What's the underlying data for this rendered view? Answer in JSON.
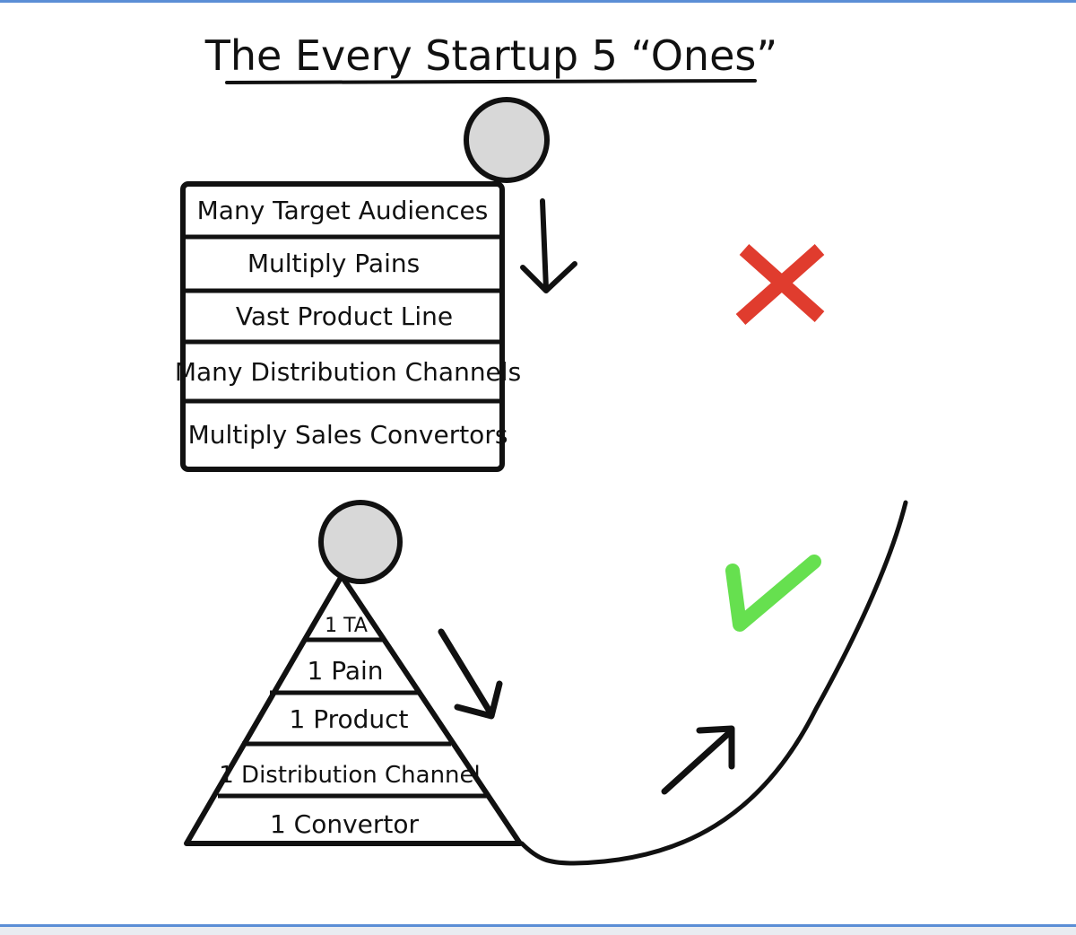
{
  "title": "The Every Startup 5 “Ones”",
  "wrong_approach": {
    "rows": [
      "Many Target Audiences",
      "Multiply Pains",
      "Vast Product Line",
      "Many Distribution Channels",
      "Multiply Sales Convertors"
    ],
    "mark_icon": "x-mark-icon",
    "mark_color": "#e03c2e"
  },
  "right_approach": {
    "layers": [
      "1 TA",
      "1 Pain",
      "1 Product",
      "1 Distribution Channel",
      "1 Convertor"
    ],
    "mark_icon": "check-mark-icon",
    "mark_color": "#66e04f"
  },
  "colors": {
    "ink": "#111111",
    "ball": "#d8d8d8",
    "frame": "#5b8ed6"
  }
}
